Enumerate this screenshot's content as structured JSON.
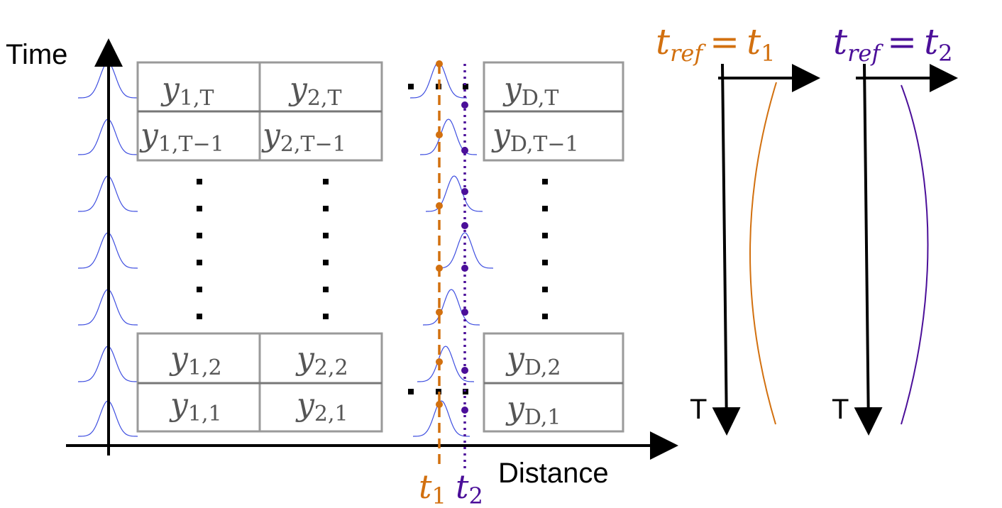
{
  "labels": {
    "time_axis": "Time",
    "distance_axis": "Distance",
    "t1": "t",
    "t1_sub": "1",
    "t2": "t",
    "t2_sub": "2",
    "left_T": "T",
    "right_T": "T"
  },
  "grid": {
    "top_rows": [
      [
        "y",
        "1,T",
        "y",
        "2,T",
        "y",
        "D,T"
      ],
      [
        "y",
        "1,T−1",
        "y",
        "2,T−1",
        "y",
        "D,T−1"
      ]
    ],
    "bottom_rows": [
      [
        "y",
        "1,2",
        "y",
        "2,2",
        "y",
        "D,2"
      ],
      [
        "y",
        "1,1",
        "y",
        "2,1",
        "y",
        "D,1"
      ]
    ]
  },
  "reference_panels": [
    {
      "lhs": "t",
      "lhs_sub": "ref",
      "eq": "=",
      "rhs": "t",
      "rhs_sub": "1",
      "color": "#d2700f"
    },
    {
      "lhs": "t",
      "lhs_sub": "ref",
      "eq": "=",
      "rhs": "t",
      "rhs_sub": "2",
      "color": "#4b0f99"
    }
  ],
  "colors": {
    "orange": "#d2700f",
    "purple": "#4b0f99",
    "gaussian": "#3f4fe0",
    "cell_border": "#9a9a9a",
    "cell_text": "#555555"
  }
}
